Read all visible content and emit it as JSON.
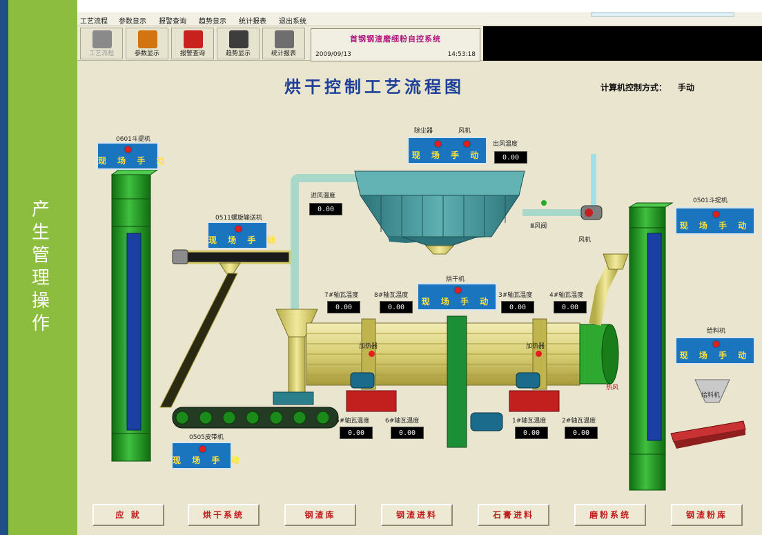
{
  "side_title": "产生管理操作",
  "menu": [
    "工艺流程",
    "参数显示",
    "报警查询",
    "趋势显示",
    "统计报表",
    "退出系统"
  ],
  "toolbar": [
    {
      "label": "工艺流程",
      "icon": "monitor-icon",
      "color": "#8a8a8a"
    },
    {
      "label": "参数显示",
      "icon": "parameter-icon",
      "color": "#d2740f"
    },
    {
      "label": "报警查询",
      "icon": "alarm-icon",
      "color": "#c9211e"
    },
    {
      "label": "趋势显示",
      "icon": "trend-icon",
      "color": "#3d3d3d"
    },
    {
      "label": "统计报表",
      "icon": "report-icon",
      "color": "#6e6e6e"
    }
  ],
  "system_title": "首钢钢渣磨细粉自控系统",
  "date": "2009/09/13",
  "time": "14:53:18",
  "main_title": "烘干控制工艺流程图",
  "mode_label": "计算机控制方式：",
  "mode_value": "手动",
  "status_text": "现 场 手 动",
  "equipment": {
    "elevator_0601": "0601斗提机",
    "screw_0511": "0511螺旋输送机",
    "belt_0505": "0505皮带机",
    "dust_collector": "除尘器",
    "fan_top": "风机",
    "dryer": "烘干机",
    "elevator_0501": "0501斗提机",
    "feeder": "给料机",
    "feeder_hopper": "给料机",
    "heater_left": "加热器",
    "heater_right": "加热器",
    "valve": "Ⅲ风阀",
    "fan_small": "风机",
    "hot_air": "热风"
  },
  "temperatures": {
    "outlet_label": "出风温度",
    "outlet": "0.00",
    "inlet_label": "进风温度",
    "inlet": "0.00",
    "b7_label": "7#轴瓦温度",
    "b7": "0.00",
    "b8_label": "8#轴瓦温度",
    "b8": "0.00",
    "b3_label": "3#轴瓦温度",
    "b3": "0.00",
    "b4_label": "4#轴瓦温度",
    "b4": "0.00",
    "b5_label": "5#轴瓦温度",
    "b5": "0.00",
    "b6_label": "6#轴瓦温度",
    "b6": "0.00",
    "b1_label": "1#轴瓦温度",
    "b1": "0.00",
    "b2_label": "2#轴瓦温度",
    "b2": "0.00"
  },
  "bottom_buttons": [
    "应 就",
    "烘干系统",
    "钢渣库",
    "钢渣进料",
    "石膏进料",
    "磨粉系统",
    "钢渣粉库"
  ],
  "colors": {
    "elevator": "#1e8a1e",
    "dust_collector": "#3a8f93",
    "dryer": "#d6d07a",
    "pipe": "#a9d9c8",
    "status_box": "#1a74be",
    "status_text": "#ffe23a",
    "button_text": "#c01d1d"
  }
}
